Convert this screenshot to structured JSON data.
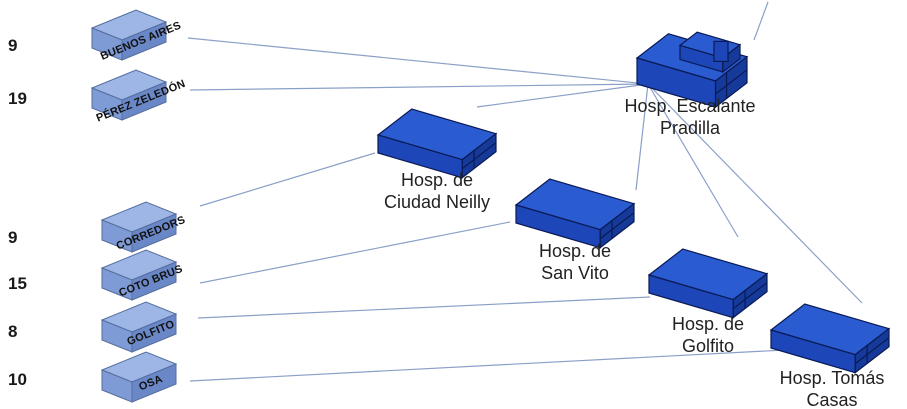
{
  "colors": {
    "hospital_top": "#2a5bd0",
    "hospital_front": "#1d47b8",
    "hospital_side": "#163a99",
    "hospital_edge": "#0a1a55",
    "clinic_top": "#9db6e6",
    "clinic_front": "#7e9bd6",
    "clinic_side": "#6a88c8",
    "clinic_edge": "#556e9e",
    "connector": "#8aa0c8",
    "count_text": "#1a1a1a"
  },
  "clinics": [
    {
      "id": "buenos-aires",
      "label": "BUENOS AIRES",
      "count": "9"
    },
    {
      "id": "perez-zeledon",
      "label": "PÉREZ ZELEDÓN",
      "count": "19"
    },
    {
      "id": "corredors",
      "label": "CORREDORS",
      "count": "9"
    },
    {
      "id": "coto-brus",
      "label": "COTO BRUS",
      "count": "15"
    },
    {
      "id": "golfito",
      "label": "GOLFITO",
      "count": "8"
    },
    {
      "id": "osa",
      "label": "OSA",
      "count": "10"
    }
  ],
  "hospitals": [
    {
      "id": "escalante-pradilla",
      "label_lines": [
        "Hosp. Escalante",
        "Pradilla"
      ]
    },
    {
      "id": "ciudad-neilly",
      "label_lines": [
        "Hosp. de",
        "Ciudad Neilly"
      ]
    },
    {
      "id": "san-vito",
      "label_lines": [
        "Hosp. de",
        "San Vito"
      ]
    },
    {
      "id": "golfito",
      "label_lines": [
        "Hosp. de",
        "Golfito"
      ]
    },
    {
      "id": "tomas-casas",
      "label_lines": [
        "Hosp. Tomás",
        "Casas"
      ]
    }
  ],
  "connections": [
    {
      "from": "buenos-aires",
      "to": "escalante-pradilla"
    },
    {
      "from": "perez-zeledon",
      "to": "escalante-pradilla"
    },
    {
      "from": "corredors",
      "to": "ciudad-neilly"
    },
    {
      "from": "coto-brus",
      "to": "san-vito"
    },
    {
      "from": "golfito",
      "to": "golfito"
    },
    {
      "from": "osa",
      "to": "tomas-casas"
    },
    {
      "from": "ciudad-neilly",
      "to": "escalante-pradilla"
    },
    {
      "from": "san-vito",
      "to": "escalante-pradilla"
    },
    {
      "from": "golfito",
      "to": "escalante-pradilla"
    },
    {
      "from": "tomas-casas",
      "to": "escalante-pradilla"
    }
  ]
}
